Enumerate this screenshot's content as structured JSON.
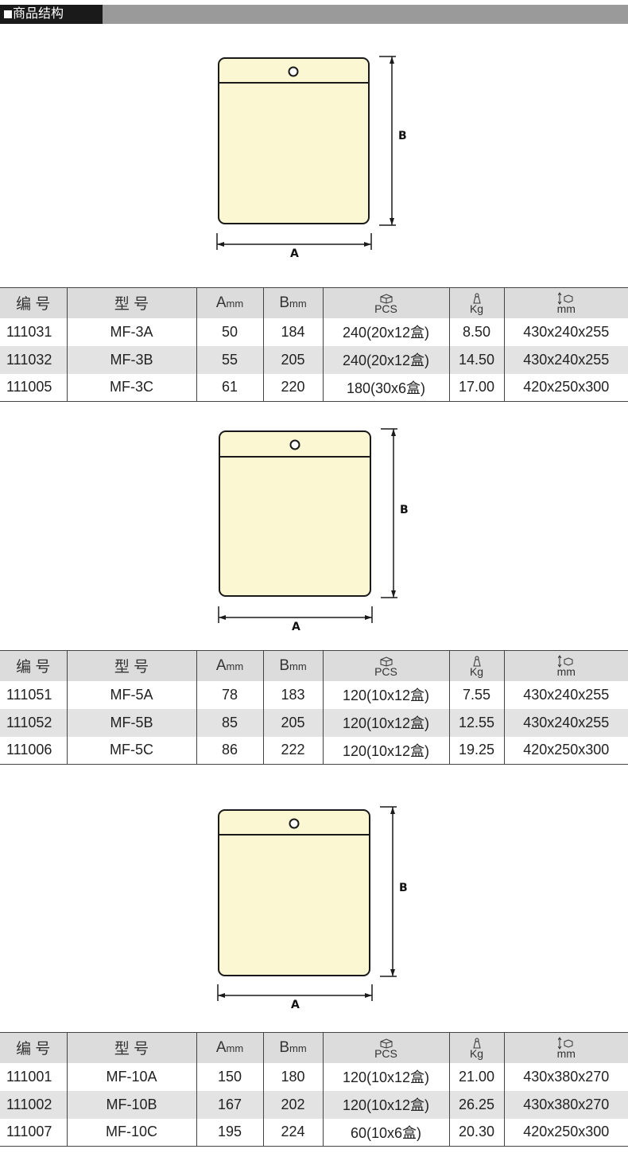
{
  "header": {
    "title": "商品结构"
  },
  "dim_labels": {
    "a": "A",
    "b": "B"
  },
  "columns": {
    "code": "编  号",
    "model": "型  号",
    "a": "A",
    "a_unit": "mm",
    "b": "B",
    "b_unit": "mm",
    "pcs": "PCS",
    "kg": "Kg",
    "size": "mm"
  },
  "icons": {
    "pcs": "box-icon",
    "kg": "weight-icon",
    "size": "carton-size-icon"
  },
  "colors": {
    "bag_fill": "#fbf7d2",
    "header_dark": "#1a1a1a",
    "header_grey": "#9a9a9a",
    "row_alt": "#e3e3e3"
  },
  "tables": [
    {
      "rows": [
        {
          "code": "111031",
          "model": "MF-3A",
          "a": "50",
          "b": "184",
          "pcs": "240(20x12盒)",
          "kg": "8.50",
          "size": "430x240x255"
        },
        {
          "code": "111032",
          "model": "MF-3B",
          "a": "55",
          "b": "205",
          "pcs": "240(20x12盒)",
          "kg": "14.50",
          "size": "430x240x255"
        },
        {
          "code": "111005",
          "model": "MF-3C",
          "a": "61",
          "b": "220",
          "pcs": "180(30x6盒)",
          "kg": "17.00",
          "size": "420x250x300"
        }
      ]
    },
    {
      "rows": [
        {
          "code": "111051",
          "model": "MF-5A",
          "a": "78",
          "b": "183",
          "pcs": "120(10x12盒)",
          "kg": "7.55",
          "size": "430x240x255"
        },
        {
          "code": "111052",
          "model": "MF-5B",
          "a": "85",
          "b": "205",
          "pcs": "120(10x12盒)",
          "kg": "12.55",
          "size": "430x240x255"
        },
        {
          "code": "111006",
          "model": "MF-5C",
          "a": "86",
          "b": "222",
          "pcs": "120(10x12盒)",
          "kg": "19.25",
          "size": "420x250x300"
        }
      ]
    },
    {
      "rows": [
        {
          "code": "111001",
          "model": "MF-10A",
          "a": "150",
          "b": "180",
          "pcs": "120(10x12盒)",
          "kg": "21.00",
          "size": "430x380x270"
        },
        {
          "code": "111002",
          "model": "MF-10B",
          "a": "167",
          "b": "202",
          "pcs": "120(10x12盒)",
          "kg": "26.25",
          "size": "430x380x270"
        },
        {
          "code": "111007",
          "model": "MF-10C",
          "a": "195",
          "b": "224",
          "pcs": "60(10x6盒)",
          "kg": "20.30",
          "size": "420x250x300"
        }
      ]
    }
  ]
}
